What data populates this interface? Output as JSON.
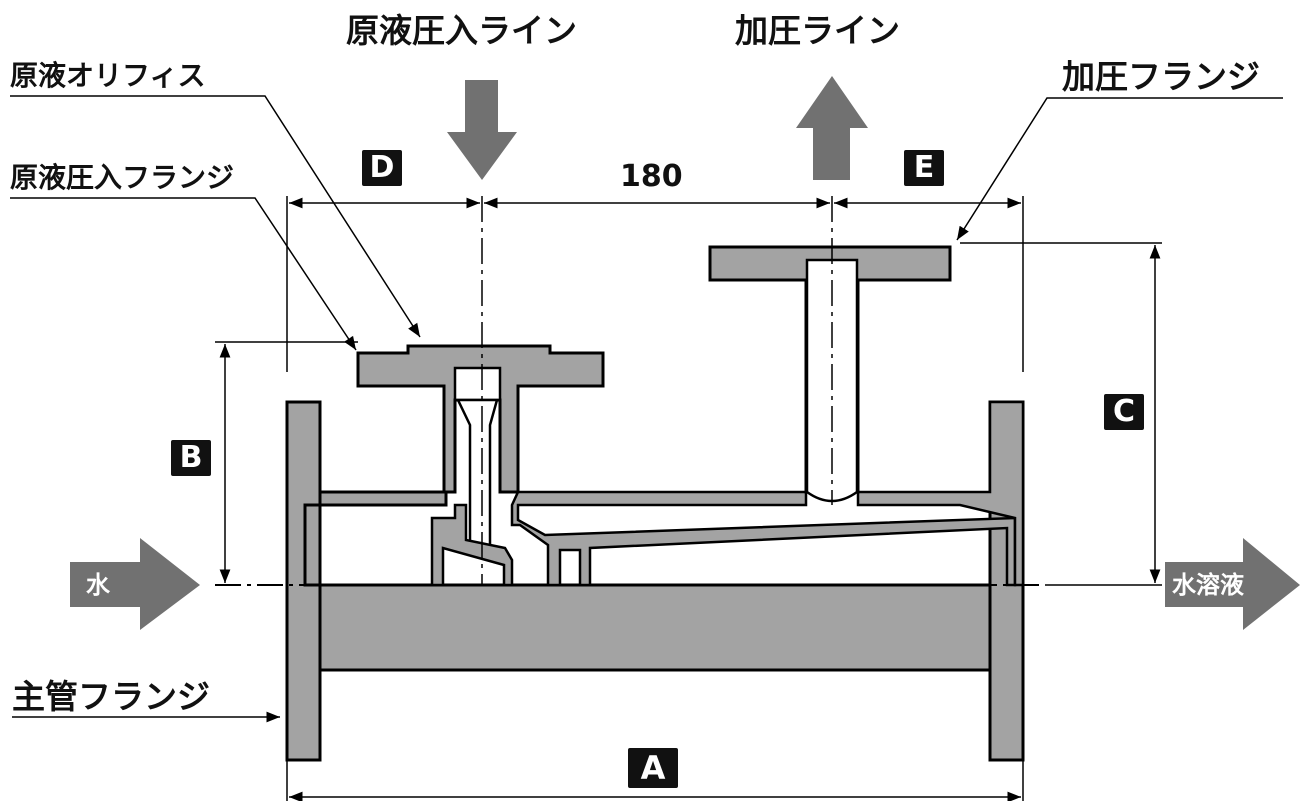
{
  "labels": {
    "main_inlet_line": "原液圧入ライン",
    "pressurize_line": "加圧ライン",
    "stock_orifice": "原液オリフィス",
    "stock_inlet_flange": "原液圧入フランジ",
    "pressurize_flange": "加圧フランジ",
    "main_pipe_flange": "主管フランジ",
    "water_in": "水",
    "solution_out": "水溶液"
  },
  "dimensions": {
    "A": "A",
    "B": "B",
    "C": "C",
    "D": "D",
    "E": "E",
    "center_spacing": "180"
  },
  "colors": {
    "body_fill": "#a3a3a3",
    "arrow_fill": "#717171",
    "outline": "#000000",
    "box_fill": "#111111"
  }
}
